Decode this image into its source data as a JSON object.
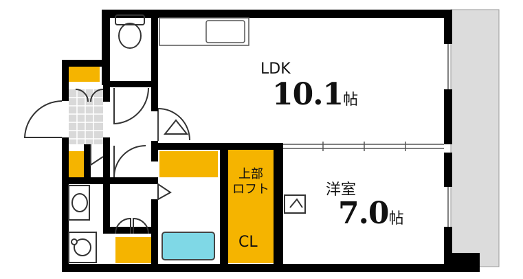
{
  "rooms": {
    "ldk": {
      "name": "LDK",
      "size": "10.1",
      "unit": "帖"
    },
    "western": {
      "name": "洋室",
      "size": "7.0",
      "unit": "帖"
    },
    "loft": {
      "line1": "上部",
      "line2": "ロフト"
    },
    "closet": {
      "label": "CL"
    }
  },
  "colors": {
    "wall": "#000000",
    "storage": "#f5b400",
    "bath": "#7fd8e6",
    "balcony": "#dcdcdc",
    "tile": "#d9d9d9"
  }
}
